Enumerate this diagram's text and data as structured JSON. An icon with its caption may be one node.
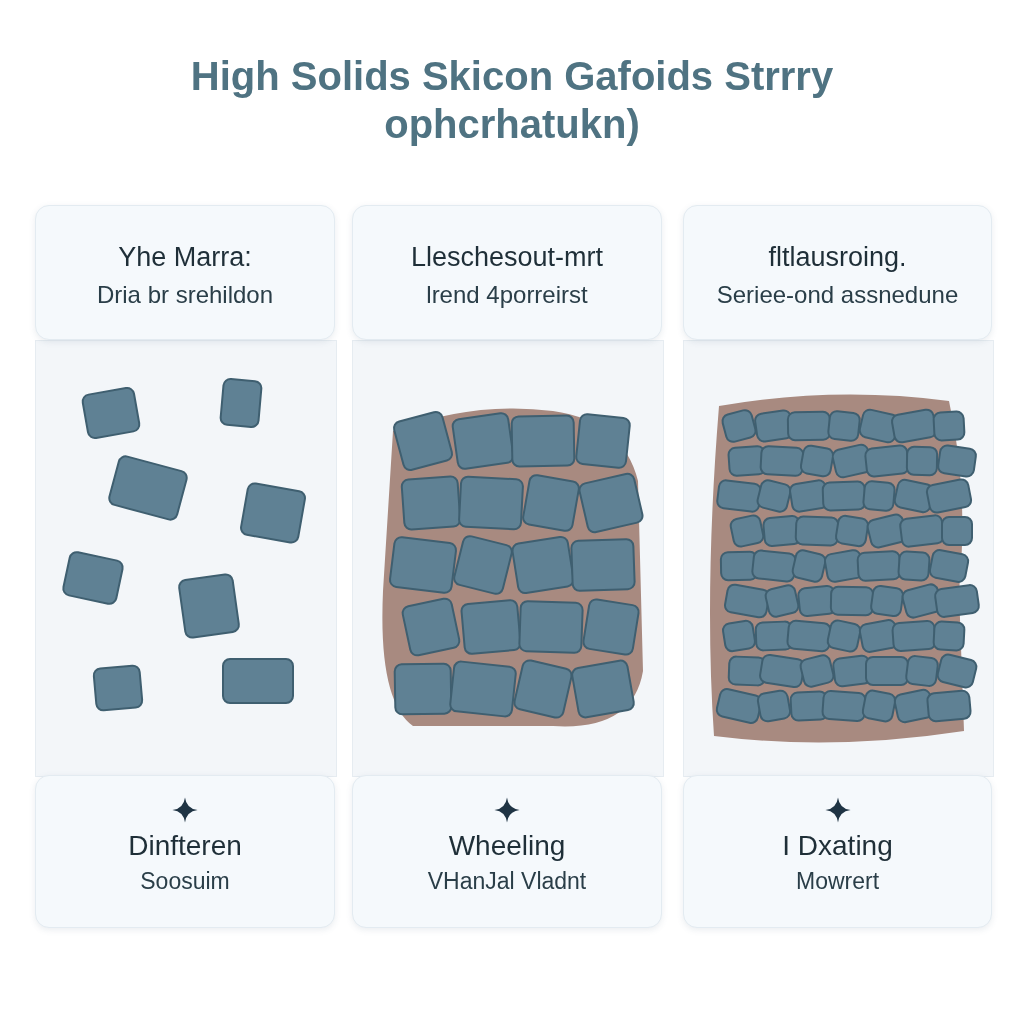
{
  "diagram": {
    "title": "High Solids Skicon Gafoids Strrry ophcrhatukn)",
    "nodes": [
      {
        "text": [
          "Yhe Marra:",
          "Dria br srehildon"
        ]
      },
      {
        "text": [
          "Lleschesout-mrt",
          "lrend 4porreirst"
        ]
      },
      {
        "text": [
          "fltlausroing.",
          "Seriee-ond assnedune"
        ]
      },
      {
        "text": [
          "Dinfteren",
          "Soosuim"
        ]
      },
      {
        "text": [
          "Wheeling",
          "VHanJal Vladnt"
        ]
      },
      {
        "text": [
          "I Dxating",
          "Mowrert"
        ]
      }
    ]
  }
}
